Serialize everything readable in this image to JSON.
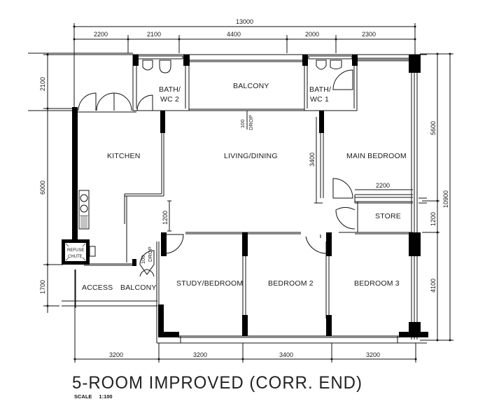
{
  "title": "5-ROOM IMPROVED (CORR. END)",
  "scale": {
    "label": "SCALE",
    "value": "1:100"
  },
  "rooms": {
    "bath_wc2": [
      "BATH/",
      "WC  2"
    ],
    "balcony_top": "BALCONY",
    "bath_wc1": [
      "BATH/",
      "WC  1"
    ],
    "kitchen": "KITCHEN",
    "living_dining": "LIVING/DINING",
    "main_bedroom": "MAIN  BEDROOM",
    "store": "STORE",
    "refuse_chute": [
      "REFUSE",
      "CHUTE"
    ],
    "access": "ACCESS",
    "balcony_bottom": "BALCONY",
    "study_bedroom": "STUDY/BEDROOM",
    "bedroom2": "BEDROOM  2",
    "bedroom3": "BEDROOM  3"
  },
  "drops": {
    "living_drop": {
      "value": "100",
      "label": "DROP"
    },
    "balcony_drop": {
      "value": "100",
      "label": "DROP"
    }
  },
  "dimensions": {
    "top_total": "13000",
    "top_segments": [
      "2200",
      "2100",
      "4400",
      "2000",
      "2300"
    ],
    "bottom_segments": [
      "3200",
      "3200",
      "3400",
      "3200"
    ],
    "left_segments": [
      "2100",
      "6000",
      "1700"
    ],
    "right_segments": [
      "5600",
      "1200",
      "4100"
    ],
    "right_total": "10900",
    "living_right": "3400",
    "living_bottom_left": "1200",
    "store_width": "2200"
  }
}
